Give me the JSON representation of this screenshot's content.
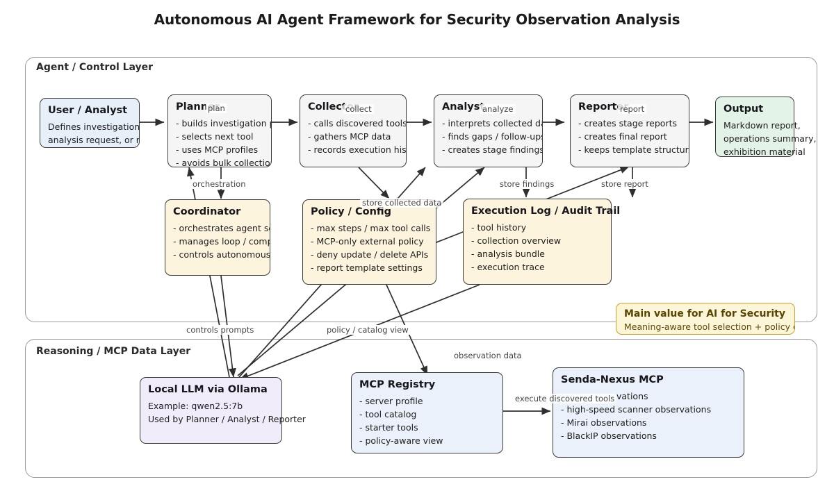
{
  "title": "Autonomous AI Agent Framework for Security Observation Analysis",
  "layers": [
    {
      "id": "agent",
      "title": "Agent / Control Layer"
    },
    {
      "id": "mcp",
      "title": "Reasoning / MCP Data Layer"
    }
  ],
  "nodes": {
    "user": {
      "header": "User / Analyst",
      "lines": [
        "Defines investigation theme,",
        "analysis request, or report p"
      ]
    },
    "planner": {
      "header": "Planner",
      "lines": [
        "- builds investigation plan",
        "- selects next tool",
        "- uses MCP profiles",
        "- avoids bulk collection"
      ]
    },
    "collector": {
      "header": "Collector",
      "lines": [
        "- calls discovered tools",
        "- gathers MCP data",
        "- records execution history"
      ]
    },
    "analyst": {
      "header": "Analyst",
      "lines": [
        "- interprets collected data",
        "- finds gaps / follow-ups",
        "- creates stage findings"
      ]
    },
    "reporter": {
      "header": "Reporter",
      "lines": [
        "- creates stage reports",
        "- creates final report",
        "- keeps template structure"
      ]
    },
    "output": {
      "header": "Output",
      "lines": [
        "Markdown report,",
        "operations summary,",
        "exhibition material"
      ]
    },
    "coordinator": {
      "header": "Coordinator",
      "lines": [
        "- orchestrates agent sequence",
        "- manages loop / completion",
        "- controls autonomous steps"
      ]
    },
    "policy": {
      "header": "Policy / Config",
      "lines": [
        "- max steps / max tool calls",
        "- MCP-only external policy",
        "- deny update / delete APIs",
        "- report template settings"
      ]
    },
    "execlog": {
      "header": "Execution Log / Audit Trail",
      "lines": [
        "- tool history",
        "- collection overview",
        "- analysis bundle",
        "- execution trace"
      ]
    },
    "llm": {
      "header": "Local LLM via Ollama",
      "lines": [
        "Example: qwen2.5:7b",
        "Used by Planner / Analyst / Reporter"
      ]
    },
    "registry": {
      "header": "MCP Registry",
      "lines": [
        "- server profile",
        "- tool catalog",
        "- starter tools",
        "- policy-aware view"
      ]
    },
    "senda": {
      "header": "Senda-Nexus MCP",
      "lines": [
        "vations",
        "- high-speed scanner observations",
        "- Mirai observations",
        "- BlackIP observations"
      ]
    }
  },
  "callout": {
    "header": "Main value for AI for Security",
    "line": "Meaning-aware tool selection + policy control + a"
  },
  "edge_labels": {
    "plan": "plan",
    "collect": "collect",
    "analyze": "analyze",
    "report": "report",
    "orchestration": "orchestration",
    "store_collected": "store collected data",
    "store_findings": "store findings",
    "store_report": "store report",
    "controls_prompts": "controls prompts",
    "policy_catalog": "policy / catalog view",
    "observation_data": "observation data",
    "execute_tools": "execute discovered tools"
  },
  "colors": {
    "box_stroke": "#3a3a3a",
    "layer_stroke": "#9a9a9a",
    "fill_grey": "#f5f5f5",
    "fill_blue": "#e7eff9",
    "fill_green": "#e4f3e7",
    "fill_cream": "#fcf4dd",
    "fill_lavender": "#f0ecfa",
    "callout_stroke": "#c9a227",
    "callout_fill": "#fcf6d8"
  }
}
